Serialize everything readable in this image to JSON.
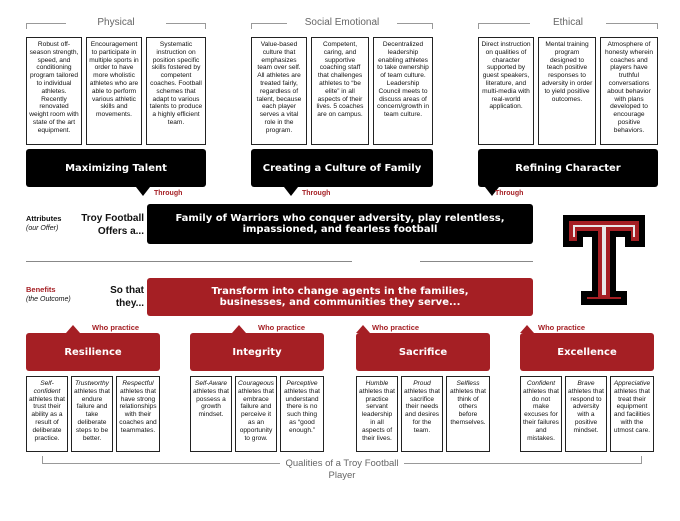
{
  "categories": {
    "physical": "Physical",
    "social": "Social Emotional",
    "ethical": "Ethical"
  },
  "top_boxes": [
    "Robust off-season strength, speed, and conditioning program tailored to individual athletes. Recently renovated weight room with state of the art equipment.",
    "Encouragement to participate in multiple sports in order to have more wholistic athletes who are able to perform various athletic skills and movements.",
    "Systematic instruction on position specific skills fostered by competent coaches. Football schemes that adapt to various talents to produce a highly efficient team.",
    "Value-based culture that emphasizes team over self. All athletes are treated fairly, regardless of talent, because each player serves a vital role in the program.",
    "Competent, caring, and supportive coaching staff that challenges athletes to “be elite” in all aspects of their lives. 5 coaches are on campus.",
    "Decentralized leadership enabling athletes to take ownership of team culture. Leadership Council meets to discuss areas of concern/growth in team culture.",
    "Direct instruction on qualities of character supported by guest speakers, literature, and multi-media with real-world application.",
    "Mental training program designed to teach positive responses to adversity in order to yield positive outcomes.",
    "Atmosphere of honesty wherein coaches and players have truthful conversations about behavior with plans developed to encourage positive behaviors."
  ],
  "pillars": [
    "Maximizing Talent",
    "Creating a Culture of Family",
    "Refining Character"
  ],
  "through": "Through",
  "attributes": {
    "label": "Attributes",
    "sub": "(our Offer)",
    "lead": "Troy Football Offers a...",
    "statement": "Family of Warriors who conquer adversity, play relentless, impassioned, and fearless football"
  },
  "benefits": {
    "label": "Benefits",
    "sub": "(the Outcome)",
    "lead": "So that they...",
    "statement": "Transform into change agents in the families, businesses, and communities they serve..."
  },
  "who_practice": "Who practice",
  "qualities": [
    {
      "name": "Resilience",
      "items": [
        {
          "em": "Self-confident",
          "text": " athletes that trust their ability as a result of deliberate practice."
        },
        {
          "em": "Trustworthy",
          "text": " athletes that endure failure and take deliberate steps to be better."
        },
        {
          "em": "Respectful",
          "text": " athletes that have strong relationships with their coaches and teammates."
        }
      ]
    },
    {
      "name": "Integrity",
      "items": [
        {
          "em": "Self-Aware",
          "text": " athletes that possess a growth mindset."
        },
        {
          "em": "Courageous",
          "text": " athletes that embrace failure and perceive it as an opportunity to grow."
        },
        {
          "em": "Perceptive",
          "text": " athletes that understand there is no such thing as “good enough.”"
        }
      ]
    },
    {
      "name": "Sacrifice",
      "items": [
        {
          "em": "Humble",
          "text": " athletes that practice servant leadership in all aspects of their lives."
        },
        {
          "em": "Proud",
          "text": " athletes that sacrifice their needs and desires for the team."
        },
        {
          "em": "Selfless",
          "text": " athletes that think of others before themselves."
        }
      ]
    },
    {
      "name": "Excellence",
      "items": [
        {
          "em": "Confident",
          "text": " athletes that do not make excuses for their failures and mistakes."
        },
        {
          "em": "Brave",
          "text": " athletes that respond to adversity with a positive mindset."
        },
        {
          "em": "Appreciative",
          "text": " athletes that treat their equipment and facilities with the utmost care."
        }
      ]
    }
  ],
  "footer": "Qualities of a Troy Football Player",
  "logo_letter": "T",
  "colors": {
    "red": "#a51f24",
    "black": "#000000"
  }
}
